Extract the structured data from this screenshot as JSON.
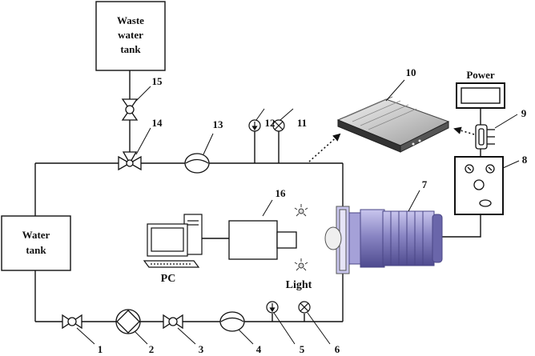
{
  "labels": {
    "waste_line1": "Waste",
    "waste_line2": "water",
    "waste_line3": "tank",
    "water_line1": "Water",
    "water_line2": "tank",
    "power": "Power",
    "pc": "PC",
    "light": "Light"
  },
  "numbers": {
    "n1": "1",
    "n2": "2",
    "n3": "3",
    "n4": "4",
    "n5": "5",
    "n6": "6",
    "n7": "7",
    "n8": "8",
    "n9": "9",
    "n10": "10",
    "n11": "11",
    "n12": "12",
    "n13": "13",
    "n14": "14",
    "n15": "15",
    "n16": "16"
  },
  "colors": {
    "line": "#111111",
    "motor_body": "#8a86c4",
    "motor_dark": "#5e5a9e",
    "motor_light": "#b5b2e0",
    "daq_body": "#3a3a3a"
  }
}
